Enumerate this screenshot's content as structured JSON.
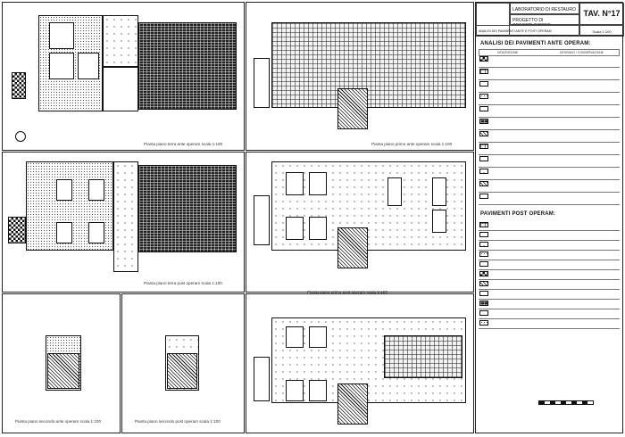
{
  "plans": {
    "p1": "Pianta piano terra ante operam scala 1:100",
    "p2": "Pianta piano primo ante operam scala 1:100",
    "p3": "Pianta piano terra post operam scala 1:100",
    "p4": "Pianta piano primo post operam scala 1:100",
    "p5": "Pianta piano secondo ante operam scala 1:100",
    "p6": "Pianta piano secondo post operam scala 1:100"
  },
  "title_block": {
    "lab": "LABORATORIO DI RESTAURO",
    "project": "PROGETTO DI CONSERVAZIONE",
    "subject": "ANALISI DEI PAVIMENTI ANTE E POST OPERAM",
    "sheet": "TAV. N°17",
    "scale": "Scala 1:100"
  },
  "legend_ante": {
    "title": "ANALISI DEI PAVIMENTI ANTE OPERAM:",
    "col1": "DESCRIZIONE",
    "col2": "DEGRADO / CONSERVAZIONE",
    "rows": [
      {
        "p": "check"
      },
      {
        "p": "tiles"
      },
      {
        "p": "plain"
      },
      {
        "p": "speck"
      },
      {
        "p": "plain"
      },
      {
        "p": "dark"
      },
      {
        "p": "hatch"
      },
      {
        "p": "tiles"
      },
      {
        "p": "plain"
      },
      {
        "p": "dots"
      },
      {
        "p": "hatch"
      },
      {
        "p": "plain"
      }
    ]
  },
  "legend_post": {
    "title": "PAVIMENTI POST OPERAM:",
    "rows": [
      {
        "p": "tiles"
      },
      {
        "p": "plain"
      },
      {
        "p": "dots"
      },
      {
        "p": "speck"
      },
      {
        "p": "plain"
      },
      {
        "p": "check"
      },
      {
        "p": "hatch"
      },
      {
        "p": "plain"
      },
      {
        "p": "dark"
      },
      {
        "p": "plain"
      },
      {
        "p": "speck"
      }
    ]
  }
}
